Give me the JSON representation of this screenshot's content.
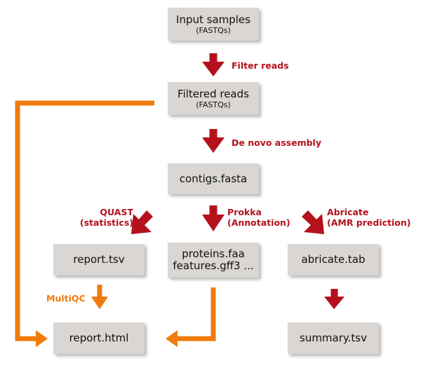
{
  "colors": {
    "box_fill": "#d9d6d3",
    "process_red": "#b3121d",
    "report_orange": "#f07b0c"
  },
  "nodes": {
    "input_samples": {
      "title": "Input samples",
      "subtitle": "(FASTQs)"
    },
    "filtered_reads": {
      "title": "Filtered reads",
      "subtitle": "(FASTQs)"
    },
    "contigs": {
      "title": "contigs.fasta"
    },
    "report_tsv": {
      "title": "report.tsv"
    },
    "proteins": {
      "line1": "proteins.faa",
      "line2": "features.gff3 ..."
    },
    "abricate_tab": {
      "title": "abricate.tab"
    },
    "report_html": {
      "title": "report.html"
    },
    "summary_tsv": {
      "title": "summary.tsv"
    }
  },
  "steps": {
    "filter_reads": "Filter reads",
    "de_novo": "De novo assembly",
    "quast_line1": "QUAST",
    "quast_line2": "(statistics)",
    "prokka_line1": "Prokka",
    "prokka_line2": "(Annotation)",
    "abricate_line1": "Abricate",
    "abricate_line2": "(AMR prediction)",
    "multiqc": "MultiQC"
  }
}
